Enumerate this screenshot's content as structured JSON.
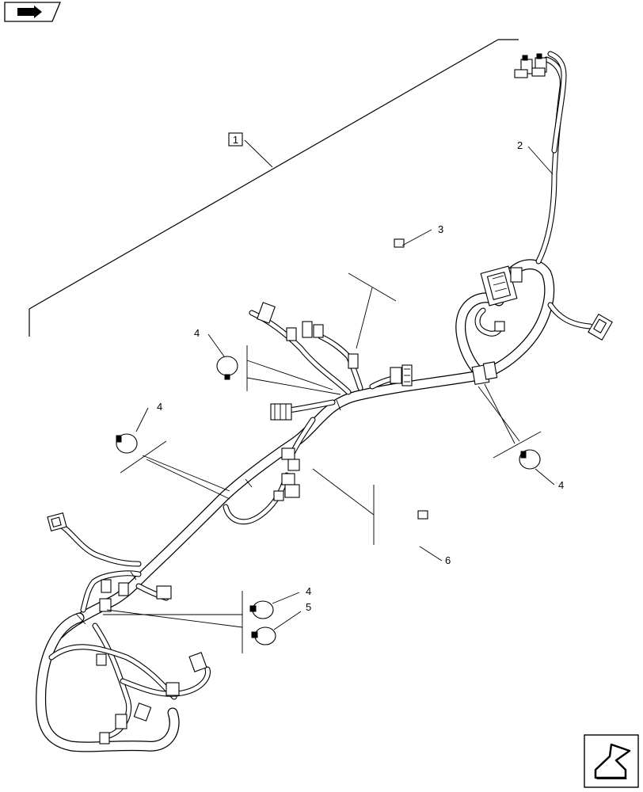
{
  "callouts": {
    "c1": "1",
    "c2": "2",
    "c3": "3",
    "c4a": "4",
    "c4b": "4",
    "c4c": "4",
    "c4d": "4",
    "c5": "5",
    "c6": "6"
  },
  "icons": {
    "top_left": "page-navigation-icon",
    "bottom_right": "previous-page-arrow-icon"
  }
}
